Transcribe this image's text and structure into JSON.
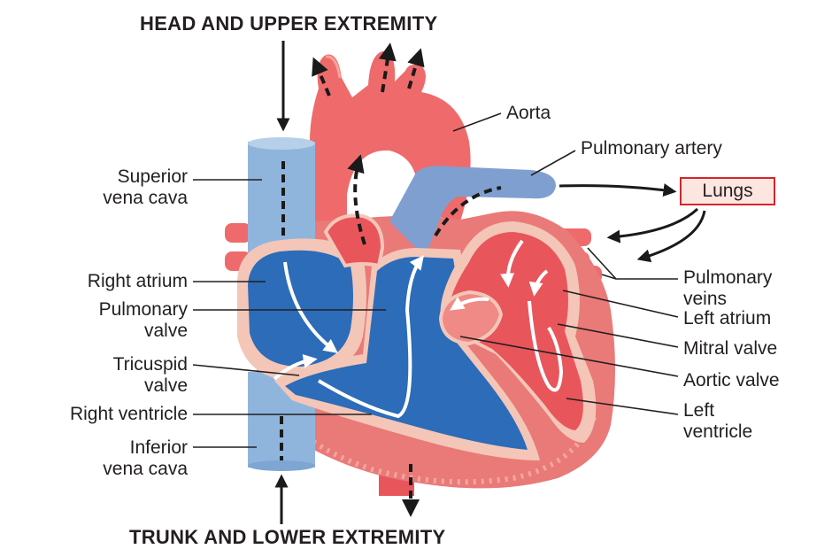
{
  "titles": {
    "top": "HEAD AND UPPER EXTREMITY",
    "bottom": "TRUNK AND LOWER EXTREMITY"
  },
  "labels": {
    "superior_vena_cava": [
      "Superior",
      "vena cava"
    ],
    "right_atrium": "Right atrium",
    "pulmonary_valve": [
      "Pulmonary",
      "valve"
    ],
    "tricuspid_valve": [
      "Tricuspid",
      "valve"
    ],
    "right_ventricle": "Right ventricle",
    "inferior_vena_cava": [
      "Inferior",
      "vena cava"
    ],
    "aorta": "Aorta",
    "pulmonary_artery": "Pulmonary artery",
    "lungs": "Lungs",
    "pulmonary_veins": [
      "Pulmonary",
      "veins"
    ],
    "left_atrium": "Left atrium",
    "mitral_valve": "Mitral valve",
    "aortic_valve": "Aortic valve",
    "left_ventricle": [
      "Left",
      "ventricle"
    ]
  },
  "colors": {
    "oxygenated": "#e8565c",
    "oxygenated_light": "#f08a86",
    "deoxygenated": "#2c6cb8",
    "deoxygenated_light": "#8fb5dd",
    "heart_wall": "#e97a78",
    "wall_pink": "#f4c6b8",
    "lungs_border": "#d3262c",
    "text": "#231f20"
  }
}
